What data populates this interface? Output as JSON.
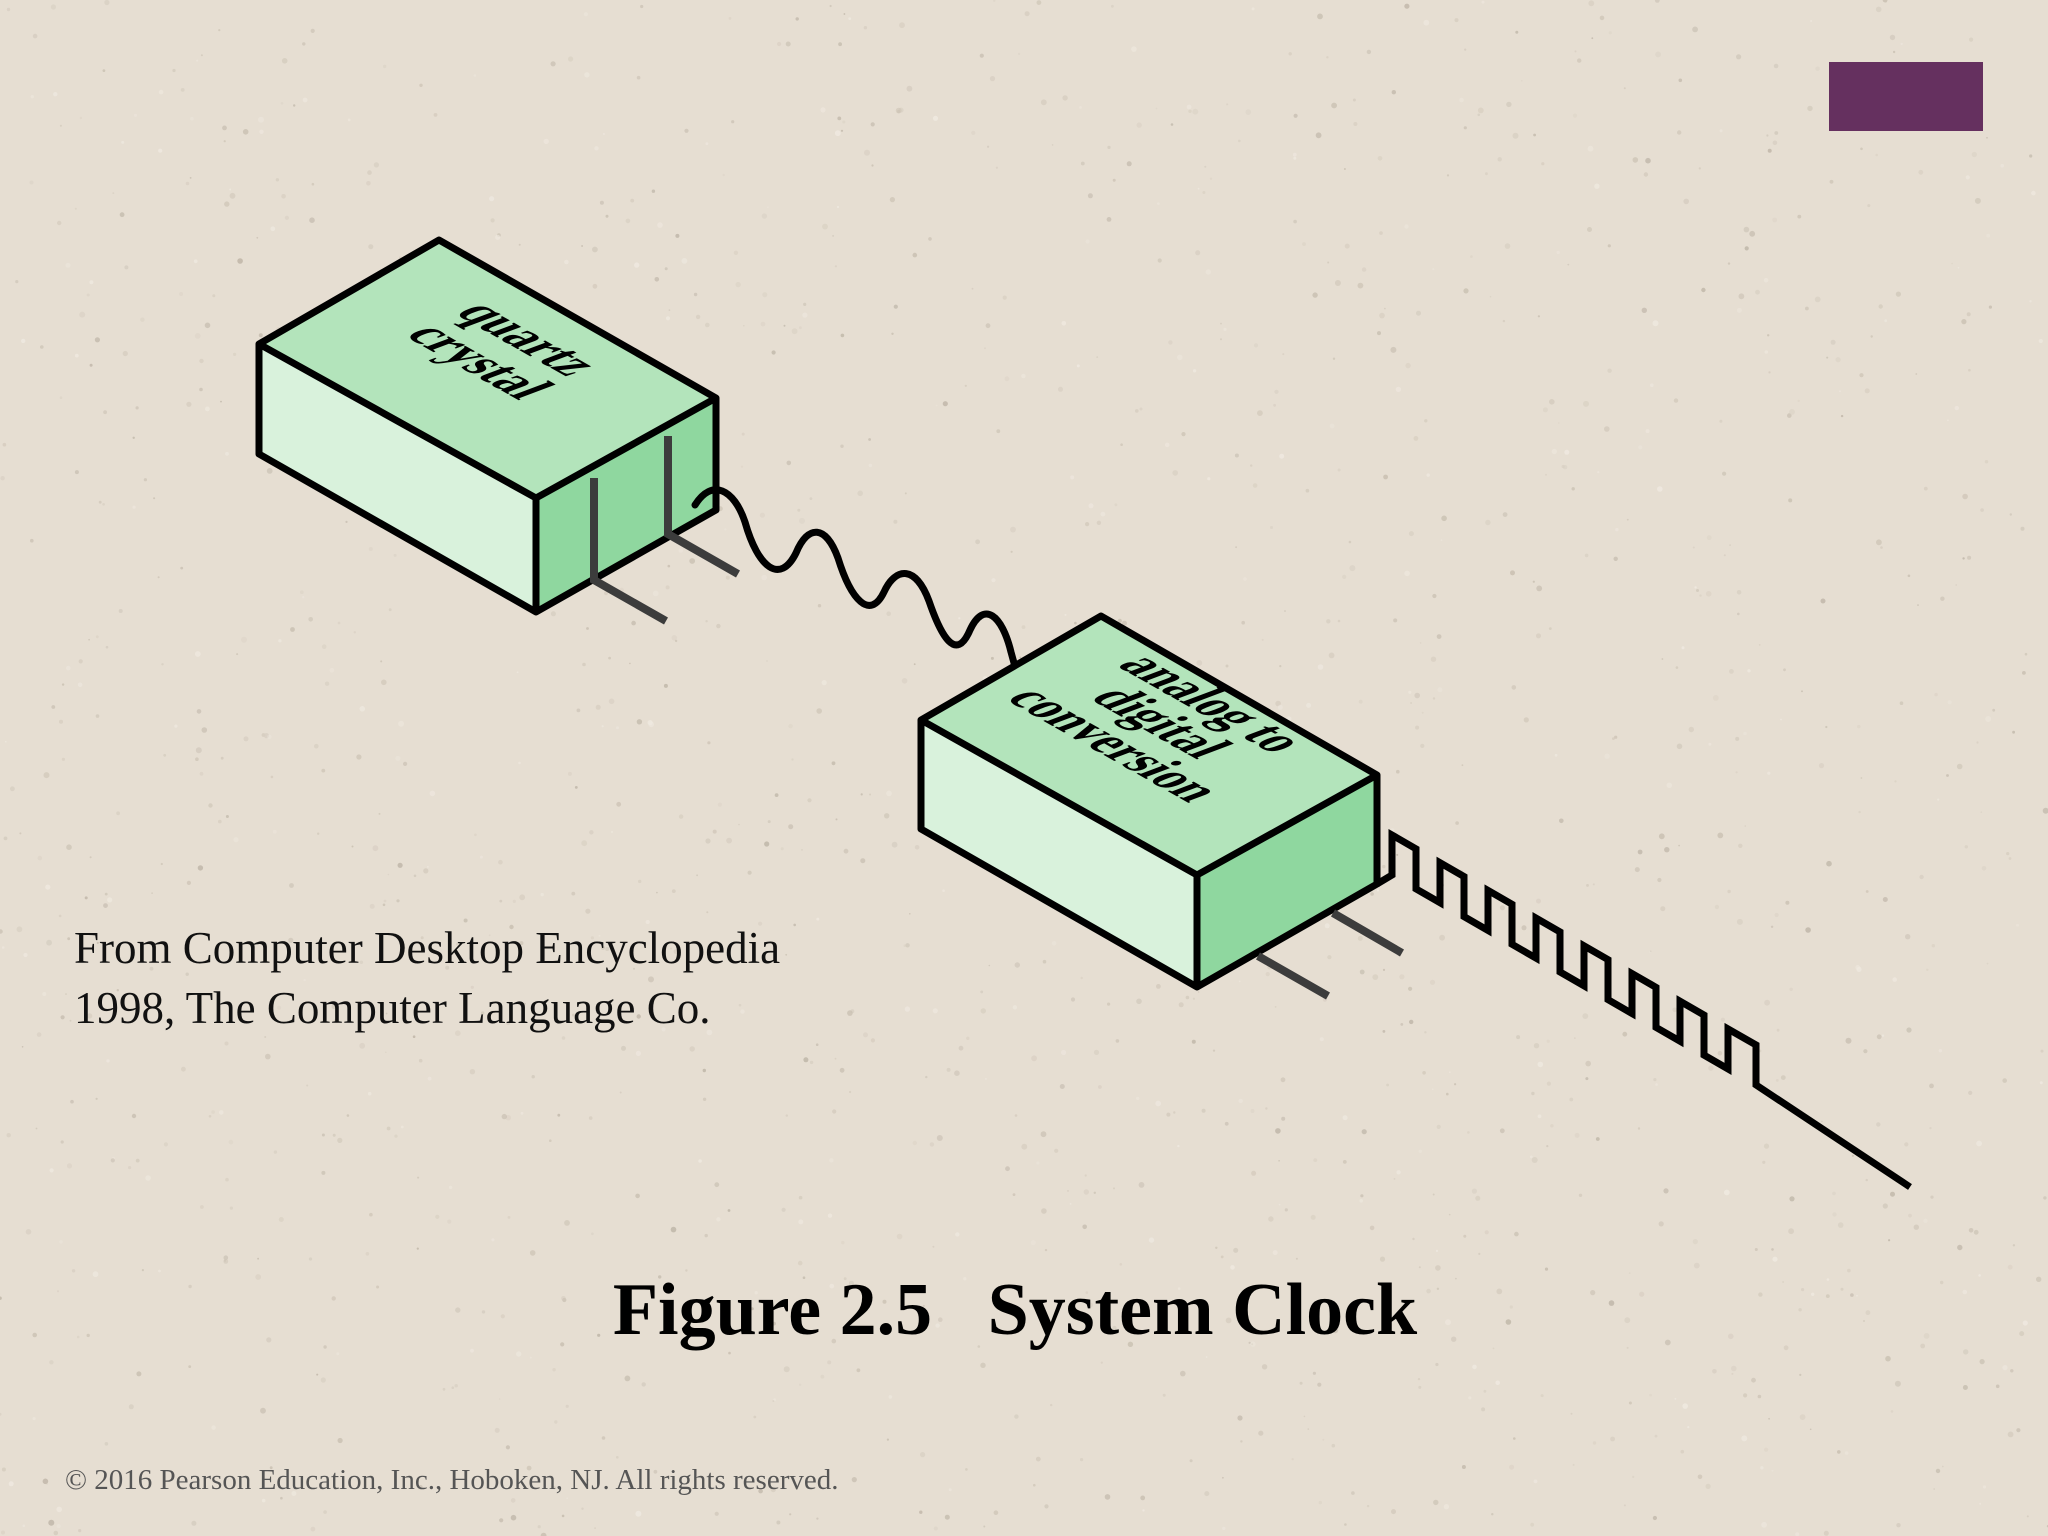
{
  "slide": {
    "background_color": "#e6ded2",
    "accent_color": "#65305f"
  },
  "diagram": {
    "block_top_color": "#b3e4bb",
    "block_left_color": "#d9f2dc",
    "block_right_color": "#8fd79f",
    "outline_color": "#000000",
    "blocks": [
      {
        "lines": [
          "quartz",
          "crystal"
        ]
      },
      {
        "lines": [
          "analog to",
          "digital",
          "conversion"
        ]
      }
    ],
    "signals": [
      "analog sine wave",
      "digital square wave"
    ]
  },
  "source_note": {
    "line1": "From Computer Desktop Encyclopedia",
    "line2": "1998, The Computer Language Co."
  },
  "caption": "Figure 2.5   System Clock",
  "copyright": "© 2016 Pearson Education, Inc., Hoboken, NJ. All rights reserved."
}
